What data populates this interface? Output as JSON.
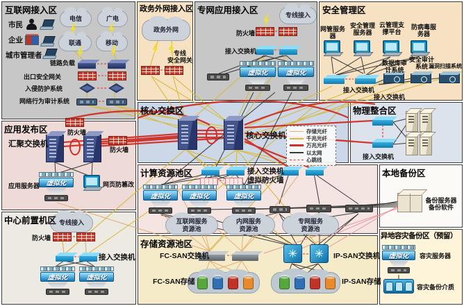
{
  "common": {
    "virtualization": "虚拟化",
    "access_switch": "接入交换机",
    "firewall": "防火墙",
    "dedicated_line_access": "专线接入"
  },
  "legend": {
    "items": [
      {
        "name": "storage-fiber",
        "label": "存储光纤",
        "color": "#e2b06a",
        "style": "solid-thin"
      },
      {
        "name": "ge-fiber",
        "label": "千兆光纤",
        "color": "#d9b93c",
        "style": "solid"
      },
      {
        "name": "tenge-fiber",
        "label": "万兆光纤",
        "color": "#d03028",
        "style": "solid-thick"
      },
      {
        "name": "ethernet",
        "label": "以太网",
        "color": "#3a3a3a",
        "style": "solid"
      },
      {
        "name": "heartbeat",
        "label": "心跳线",
        "color": "#e03030",
        "style": "dashed"
      }
    ]
  },
  "zones": {
    "internet": {
      "title": "互联网接入区",
      "user_citizen": "市民",
      "user_enterprise": "企业",
      "user_manager": "城市管理者",
      "cloud_telecom": "电信",
      "cloud_broadcast": "广电",
      "cloud_unicom": "联通",
      "cloud_mobile": "移动",
      "link_load": "链路负载",
      "exit_gateway": "出口安全网关",
      "ips": "入侵防护系统",
      "behavior_audit": "网络行为审计系统"
    },
    "gov": {
      "title": "政务外网接入区",
      "cloud": "政务外网",
      "gateway": "专线\n安全网关"
    },
    "private_app": {
      "title": "专网应用接入区"
    },
    "security": {
      "title": "安全管理区",
      "nms_server": "网管服务器",
      "sec_mgmt_server": "安全管理\n服务器",
      "cloud_mgmt_platform": "云管理支\n撑平台",
      "antivirus_server": "防病毒服\n务器",
      "db_audit": "数据库审\n计系统",
      "sec_audit": "安全审计\n系统",
      "vuln_scan": "漏洞扫描系统"
    },
    "core": {
      "title": "核心交换区",
      "core_switch": "核心交换机"
    },
    "physical": {
      "title": "物理整合区"
    },
    "app_publish": {
      "title": "应用发布区",
      "agg_switch": "汇聚交换机",
      "app_server": "应用服务器",
      "anti_tamper": "网页防篡改"
    },
    "compute": {
      "title": "计算资源池区",
      "virtual_fw": "虚拟防火墙",
      "cloud_internet_pool": "互联网服务\n资源池",
      "cloud_intranet_pool": "内网服务\n资源池",
      "cloud_private_pool": "专网服务\n资源池"
    },
    "local_backup": {
      "title": "本地备份区",
      "backup_server": "备份服务器\n备份软件"
    },
    "front": {
      "title": "中心前置机区"
    },
    "storage": {
      "title": "存储资源池区",
      "fc_switch": "FC-SAN交换机",
      "ip_switch": "IP-SAN交换机",
      "fc_storage": "FC-SAN存储",
      "ip_storage": "IP-SAN存储"
    },
    "dr": {
      "title": "异地容灾备份区（预留）",
      "dr_server": "容灾服务器",
      "dr_media": "容灾备份介质"
    }
  }
}
